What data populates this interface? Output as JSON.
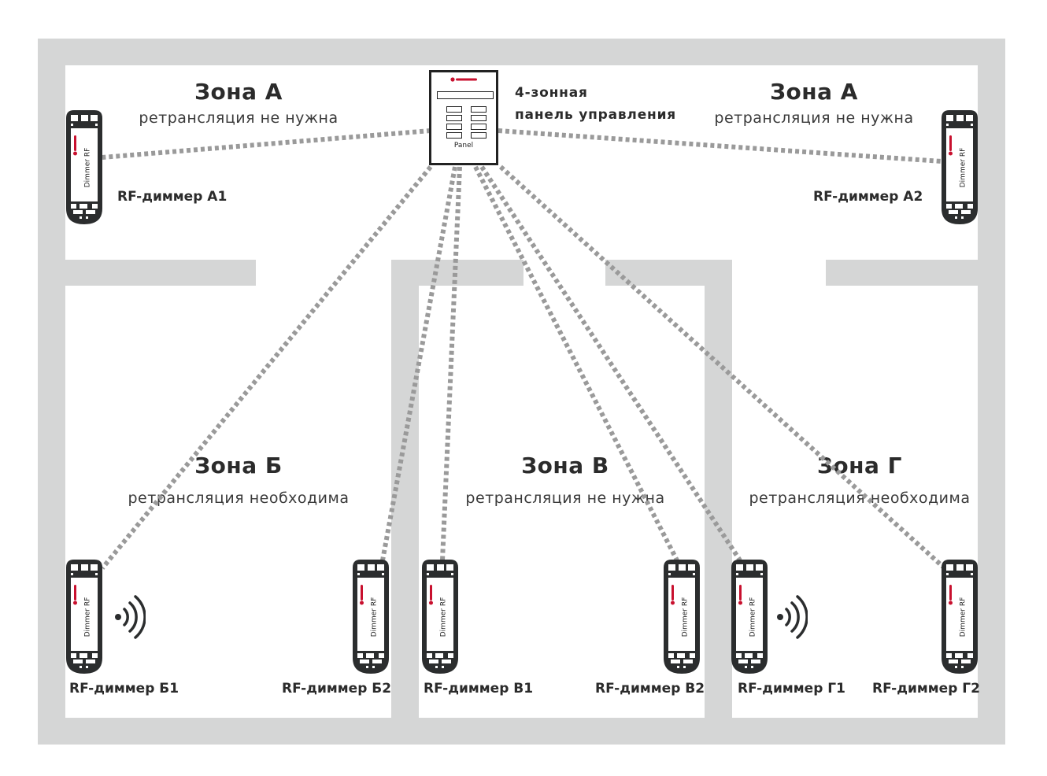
{
  "colors": {
    "wall": "#d5d6d6",
    "link": "#9a9a9a",
    "device_body": "#2b2d2e",
    "brand_red": "#c8102e",
    "text": "#2b2b2b"
  },
  "panel": {
    "device_label": "Panel",
    "title_line1": "4-зонная",
    "title_line2": "панель управления",
    "icon": "control-panel-icon"
  },
  "zones": {
    "a_left": {
      "title": "Зона А",
      "subtitle": "ретрансляция не нужна"
    },
    "a_right": {
      "title": "Зона А",
      "subtitle": "ретрансляция не нужна"
    },
    "b": {
      "title": "Зона Б",
      "subtitle": "ретрансляция необходима"
    },
    "v": {
      "title": "Зона В",
      "subtitle": "ретрансляция не нужна"
    },
    "g": {
      "title": "Зона Г",
      "subtitle": "ретрансляция необходима"
    }
  },
  "devices": {
    "device_text": "Dimmer RF",
    "a1": {
      "label": "RF-диммер А1",
      "repeater": false
    },
    "a2": {
      "label": "RF-диммер А2",
      "repeater": false
    },
    "b1": {
      "label": "RF-диммер Б1",
      "repeater": true
    },
    "b2": {
      "label": "RF-диммер Б2",
      "repeater": false
    },
    "v1": {
      "label": "RF-диммер В1",
      "repeater": false
    },
    "v2": {
      "label": "RF-диммер В2",
      "repeater": false
    },
    "g1": {
      "label": "RF-диммер Г1",
      "repeater": true
    },
    "g2": {
      "label": "RF-диммер Г2",
      "repeater": false
    }
  },
  "links": [
    "a1",
    "a2",
    "b1",
    "b2",
    "v1",
    "v2",
    "g1",
    "g2"
  ]
}
